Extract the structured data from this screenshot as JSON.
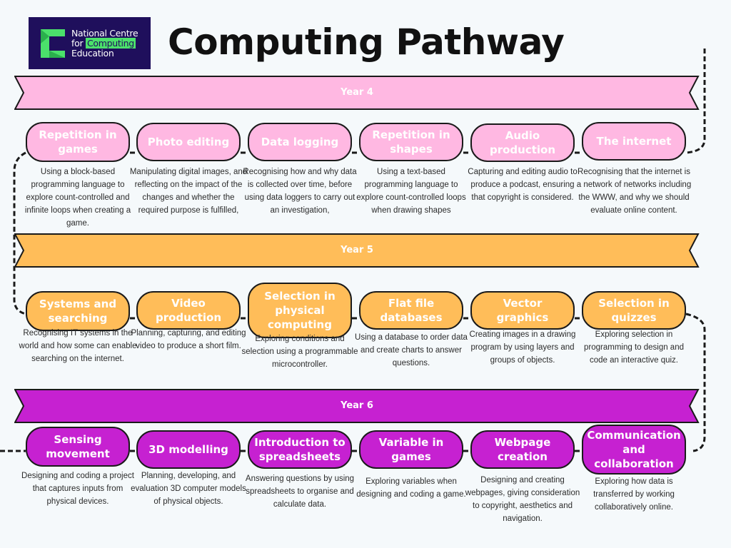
{
  "logo": {
    "line1": "National Centre",
    "line2_prefix": "for ",
    "line2_highlight": "Computing",
    "line3": "Education",
    "bg_color": "#1f0f5c",
    "accent_color": "#4be16b"
  },
  "title": "Computing Pathway",
  "years": [
    {
      "label": "Year 4",
      "color": "#ffb8e2",
      "units": [
        {
          "title": "Repetition in games",
          "desc": "Using a block-based programming language to explore count-controlled and infinite loops when creating a game."
        },
        {
          "title": "Photo editing",
          "desc": "Manipulating digital images, and reflecting on the impact of the changes and whether the required purpose is fulfilled,"
        },
        {
          "title": "Data logging",
          "desc": "Recognising how and why data is collected over time, before using data loggers to carry out an investigation,"
        },
        {
          "title": "Repetition in shapes",
          "desc": "Using a text-based programming language to explore count-controlled loops when drawing shapes"
        },
        {
          "title": "Audio production",
          "desc": "Capturing and editing audio to produce a podcast, ensuring that copyright is considered."
        },
        {
          "title": "The internet",
          "desc": "Recognising that the internet is a network of networks including the WWW, and why we should evaluate online content."
        }
      ]
    },
    {
      "label": "Year 5",
      "color": "#ffbd59",
      "units": [
        {
          "title": "Systems and searching",
          "desc": "Recognising IT systems in the world and how some can enable searching on the internet."
        },
        {
          "title": "Video production",
          "desc": "Planning, capturing, and editing video to produce a short film."
        },
        {
          "title": "Selection in physical computing",
          "desc": "Exploring conditions and selection using a programmable microcontroller."
        },
        {
          "title": "Flat file databases",
          "desc": "Using a database to order data and create charts to answer questions."
        },
        {
          "title": "Vector graphics",
          "desc": "Creating images in a drawing program by using layers and groups of objects."
        },
        {
          "title": "Selection in quizzes",
          "desc": "Exploring selection in programming to design and code an interactive quiz."
        }
      ]
    },
    {
      "label": "Year 6",
      "color": "#c621d1",
      "units": [
        {
          "title": "Sensing movement",
          "desc": "Designing and coding a project that captures inputs from physical devices."
        },
        {
          "title": "3D modelling",
          "desc": "Planning, developing, and evaluation 3D computer models of physical objects."
        },
        {
          "title": "Introduction to spreadsheets",
          "desc": "Answering questions by using spreadsheets to organise and calculate data."
        },
        {
          "title": "Variable in games",
          "desc": "Exploring variables when designing and coding a game."
        },
        {
          "title": "Webpage creation",
          "desc": "Designing and creating webpages, giving consideration to copyright, aesthetics and navigation."
        },
        {
          "title": "Communication and collaboration",
          "desc": "Exploring how data is transferred by working collaboratively online."
        }
      ]
    }
  ]
}
